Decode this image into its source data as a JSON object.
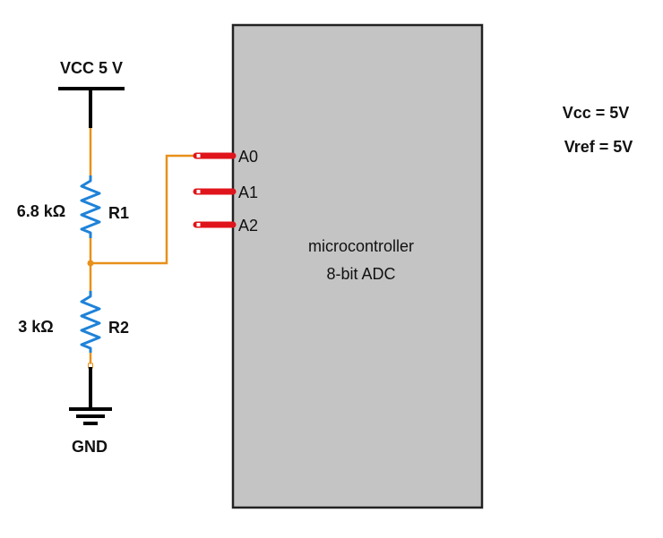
{
  "supply": {
    "label": "VCC 5 V"
  },
  "ground": {
    "label": "GND"
  },
  "resistors": [
    {
      "name": "R1",
      "value": "6.8 kΩ"
    },
    {
      "name": "R2",
      "value": "3 kΩ"
    }
  ],
  "microcontroller": {
    "line1": "microcontroller",
    "line2": "8-bit ADC",
    "pins": [
      "A0",
      "A1",
      "A2"
    ]
  },
  "notes": {
    "vcc": "Vcc = 5V",
    "vref": "Vref = 5V"
  },
  "colors": {
    "wire": "#e8901a",
    "pin": "#e0141b",
    "resistor": "#1e82d8",
    "rail": "#000000",
    "mcu_fill": "#c4c4c4",
    "mcu_border": "#222222"
  }
}
